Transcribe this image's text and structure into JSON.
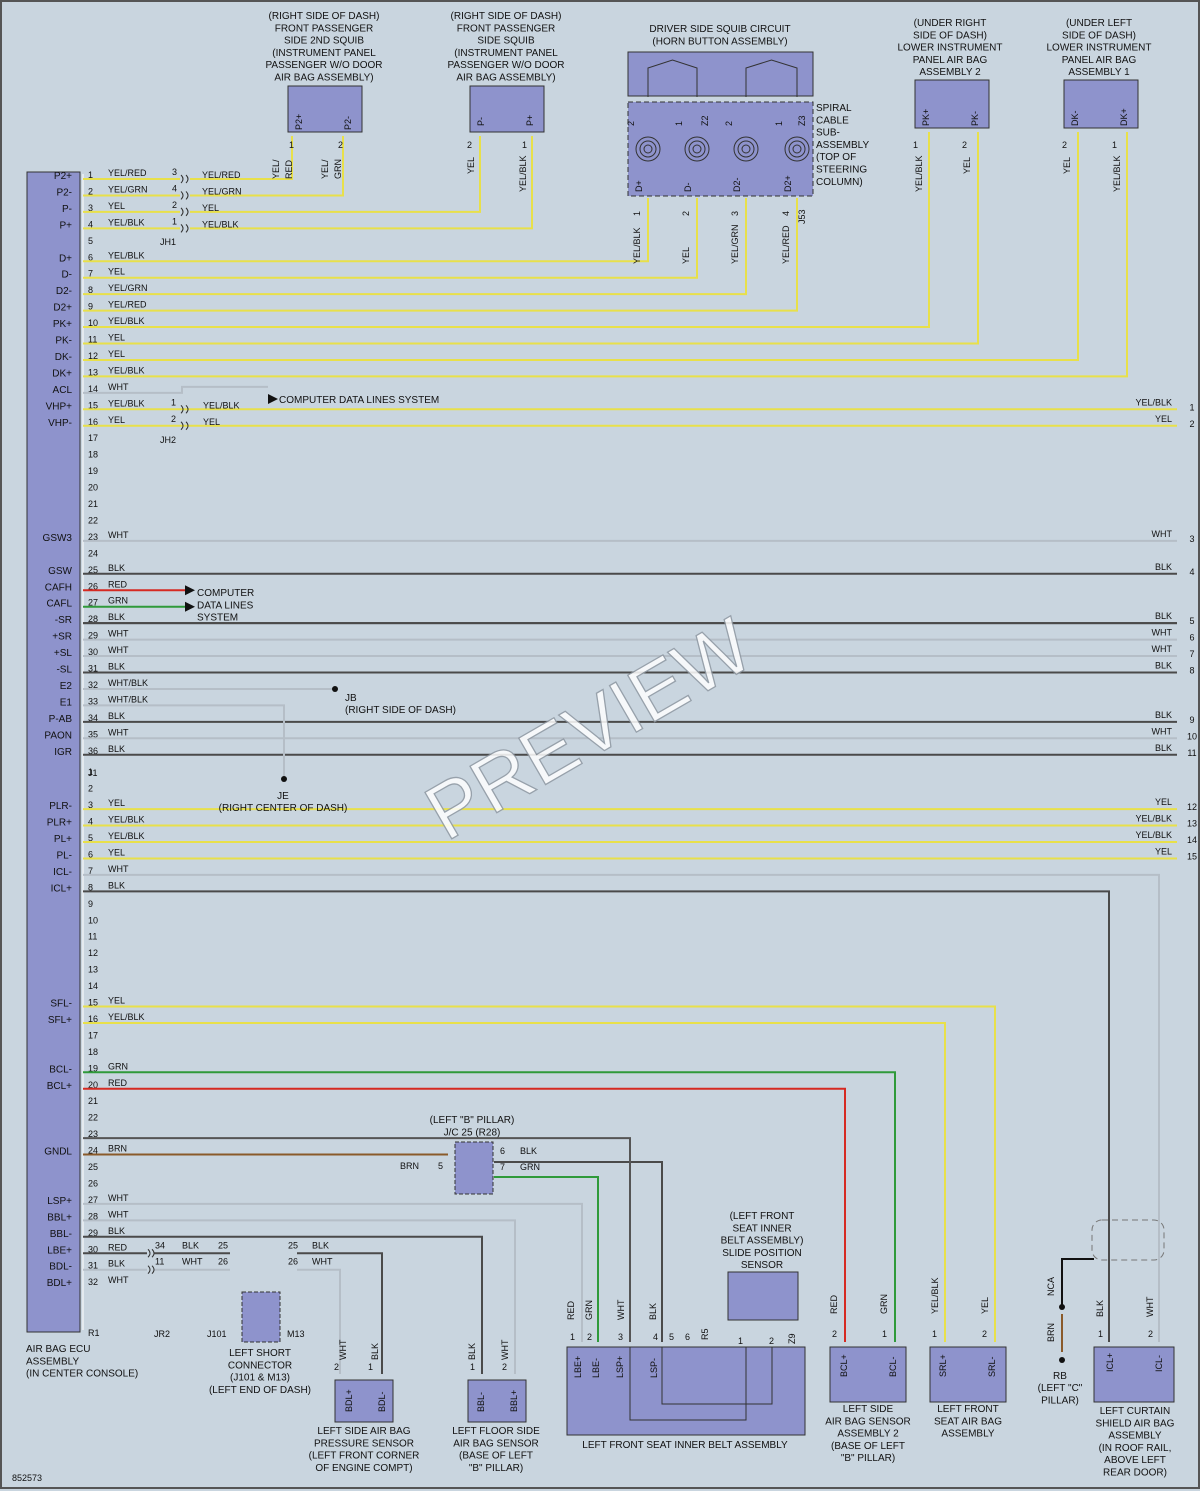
{
  "doc_number": "852573",
  "watermark": "PREVIEW",
  "ecu": {
    "label": "AIR BAG ECU\nASSEMBLY\n(IN CENTER CONSOLE)",
    "connectors": [
      "J1",
      "R1"
    ],
    "pins": [
      {
        "n": "1",
        "name": "P2+",
        "color": "YEL/RED"
      },
      {
        "n": "2",
        "name": "P2-",
        "color": "YEL/GRN"
      },
      {
        "n": "3",
        "name": "P-",
        "color": "YEL"
      },
      {
        "n": "4",
        "name": "P+",
        "color": "YEL/BLK"
      },
      {
        "n": "5",
        "name": "",
        "color": ""
      },
      {
        "n": "6",
        "name": "D+",
        "color": "YEL/BLK"
      },
      {
        "n": "7",
        "name": "D-",
        "color": "YEL"
      },
      {
        "n": "8",
        "name": "D2-",
        "color": "YEL/GRN"
      },
      {
        "n": "9",
        "name": "D2+",
        "color": "YEL/RED"
      },
      {
        "n": "10",
        "name": "PK+",
        "color": "YEL/BLK"
      },
      {
        "n": "11",
        "name": "PK-",
        "color": "YEL"
      },
      {
        "n": "12",
        "name": "DK-",
        "color": "YEL"
      },
      {
        "n": "13",
        "name": "DK+",
        "color": "YEL/BLK"
      },
      {
        "n": "14",
        "name": "ACL",
        "color": "WHT"
      },
      {
        "n": "15",
        "name": "VHP+",
        "color": "YEL/BLK"
      },
      {
        "n": "16",
        "name": "VHP-",
        "color": "YEL"
      },
      {
        "n": "17",
        "name": "",
        "color": ""
      },
      {
        "n": "18",
        "name": "",
        "color": ""
      },
      {
        "n": "19",
        "name": "",
        "color": ""
      },
      {
        "n": "20",
        "name": "",
        "color": ""
      },
      {
        "n": "21",
        "name": "",
        "color": ""
      },
      {
        "n": "22",
        "name": "",
        "color": ""
      },
      {
        "n": "23",
        "name": "GSW3",
        "color": "WHT"
      },
      {
        "n": "24",
        "name": "",
        "color": ""
      },
      {
        "n": "25",
        "name": "GSW",
        "color": "BLK"
      },
      {
        "n": "26",
        "name": "CAFH",
        "color": "RED"
      },
      {
        "n": "27",
        "name": "CAFL",
        "color": "GRN"
      },
      {
        "n": "28",
        "name": "-SR",
        "color": "BLK"
      },
      {
        "n": "29",
        "name": "+SR",
        "color": "WHT"
      },
      {
        "n": "30",
        "name": "+SL",
        "color": "WHT"
      },
      {
        "n": "31",
        "name": "-SL",
        "color": "BLK"
      },
      {
        "n": "32",
        "name": "E2",
        "color": "WHT/BLK"
      },
      {
        "n": "33",
        "name": "E1",
        "color": "WHT/BLK"
      },
      {
        "n": "34",
        "name": "P-AB",
        "color": "BLK"
      },
      {
        "n": "35",
        "name": "PAON",
        "color": "WHT"
      },
      {
        "n": "36",
        "name": "IGR",
        "color": "BLK"
      },
      {
        "n": "1",
        "name": "",
        "color": ""
      },
      {
        "n": "2",
        "name": "",
        "color": ""
      },
      {
        "n": "3",
        "name": "PLR-",
        "color": "YEL"
      },
      {
        "n": "4",
        "name": "PLR+",
        "color": "YEL/BLK"
      },
      {
        "n": "5",
        "name": "PL+",
        "color": "YEL/BLK"
      },
      {
        "n": "6",
        "name": "PL-",
        "color": "YEL"
      },
      {
        "n": "7",
        "name": "ICL-",
        "color": "WHT"
      },
      {
        "n": "8",
        "name": "ICL+",
        "color": "BLK"
      },
      {
        "n": "9",
        "name": "",
        "color": ""
      },
      {
        "n": "10",
        "name": "",
        "color": ""
      },
      {
        "n": "11",
        "name": "",
        "color": ""
      },
      {
        "n": "12",
        "name": "",
        "color": ""
      },
      {
        "n": "13",
        "name": "",
        "color": ""
      },
      {
        "n": "14",
        "name": "",
        "color": ""
      },
      {
        "n": "15",
        "name": "SFL-",
        "color": "YEL"
      },
      {
        "n": "16",
        "name": "SFL+",
        "color": "YEL/BLK"
      },
      {
        "n": "17",
        "name": "",
        "color": ""
      },
      {
        "n": "18",
        "name": "",
        "color": ""
      },
      {
        "n": "19",
        "name": "BCL-",
        "color": "GRN"
      },
      {
        "n": "20",
        "name": "BCL+",
        "color": "RED"
      },
      {
        "n": "21",
        "name": "",
        "color": ""
      },
      {
        "n": "22",
        "name": "",
        "color": ""
      },
      {
        "n": "23",
        "name": "",
        "color": ""
      },
      {
        "n": "24",
        "name": "GNDL",
        "color": "BRN"
      },
      {
        "n": "25",
        "name": "",
        "color": ""
      },
      {
        "n": "26",
        "name": "",
        "color": ""
      },
      {
        "n": "27",
        "name": "LSP+",
        "color": "WHT"
      },
      {
        "n": "28",
        "name": "BBL+",
        "color": "WHT"
      },
      {
        "n": "29",
        "name": "BBL-",
        "color": "BLK"
      },
      {
        "n": "30",
        "name": "LBE+",
        "color": "RED"
      },
      {
        "n": "31",
        "name": "BDL-",
        "color": "BLK"
      },
      {
        "n": "32",
        "name": "BDL+",
        "color": "WHT"
      }
    ]
  },
  "wire_colors": {
    "YEL": "#e8e04a",
    "RED": "#d62a22",
    "GRN": "#2f9a3a",
    "BLK": "#4a4a4a",
    "WHT": "#b5bec7",
    "BRN": "#8a5a2a"
  },
  "components": {
    "pass2": {
      "caption": "(RIGHT SIDE OF DASH)\nFRONT PASSENGER\nSIDE 2ND SQUIB\n(INSTRUMENT PANEL\nPASSENGER W/O DOOR\nAIR BAG ASSEMBLY)",
      "pins": [
        "P2+",
        "P2-"
      ]
    },
    "pass1": {
      "caption": "(RIGHT SIDE OF DASH)\nFRONT PASSENGER\nSIDE SQUIB\n(INSTRUMENT PANEL\nPASSENGER W/O DOOR\nAIR BAG ASSEMBLY)",
      "pins": [
        "P-",
        "P+"
      ]
    },
    "driver": {
      "caption": "DRIVER SIDE SQUIB CIRCUIT\n(HORN BUTTON ASSEMBLY)"
    },
    "spiral": {
      "caption": "SPIRAL\nCABLE\nSUB-\nASSEMBLY\n(TOP OF\nSTEERING\nCOLUMN)",
      "pins": [
        "D+",
        "D-",
        "D2-",
        "D2+"
      ],
      "top_pins": [
        "2",
        "1",
        "Z2",
        "2",
        "1",
        "Z3"
      ],
      "conn": "J53"
    },
    "knee_r": {
      "caption": "(UNDER RIGHT\nSIDE OF DASH)\nLOWER INSTRUMENT\nPANEL AIR BAG\nASSEMBLY 2",
      "pins": [
        "PK+",
        "PK-"
      ]
    },
    "knee_l": {
      "caption": "(UNDER LEFT\nSIDE OF DASH)\nLOWER INSTRUMENT\nPANEL AIR BAG\nASSEMBLY 1",
      "pins": [
        "DK-",
        "DK+"
      ]
    },
    "jh1": {
      "label": "JH1"
    },
    "jh2": {
      "label": "JH2"
    },
    "cdl1": {
      "label": "COMPUTER DATA LINES SYSTEM"
    },
    "cdl2": {
      "label": "COMPUTER\nDATA LINES\nSYSTEM"
    },
    "jb": {
      "label": "JB",
      "caption": "(RIGHT SIDE OF DASH)"
    },
    "je": {
      "label": "JE",
      "caption": "(RIGHT CENTER OF DASH)"
    },
    "jc25": {
      "caption": "(LEFT \"B\" PILLAR)\nJ/C 25 (R28)"
    },
    "short_conn": {
      "caption": "LEFT SHORT\nCONNECTOR\n(J101 & M13)\n(LEFT END OF DASH)",
      "labels": [
        "JR2",
        "J101",
        "M13"
      ]
    },
    "bdl": {
      "caption": "LEFT SIDE AIR BAG\nPRESSURE SENSOR\n(LEFT FRONT CORNER\nOF ENGINE COMPT)",
      "pins": [
        "BDL+",
        "BDL-"
      ]
    },
    "bbl": {
      "caption": "LEFT FLOOR SIDE\nAIR BAG SENSOR\n(BASE OF LEFT\n\"B\" PILLAR)",
      "pins": [
        "BBL-",
        "BBL+"
      ]
    },
    "belt": {
      "caption": "LEFT FRONT SEAT INNER BELT ASSEMBLY",
      "pins": [
        "LBE+",
        "LBE-",
        "LSP+",
        "LSP-"
      ],
      "conn": "R5",
      "sensor_caption": "(LEFT FRONT\nSEAT INNER\nBELT ASSEMBLY)\nSLIDE POSITION\nSENSOR",
      "sensor_conn": "Z9"
    },
    "bcl": {
      "caption": "LEFT SIDE\nAIR BAG SENSOR\nASSEMBLY 2\n(BASE OF LEFT\n\"B\" PILLAR)",
      "pins": [
        "BCL+",
        "BCL-"
      ]
    },
    "srl": {
      "caption": "LEFT FRONT\nSEAT AIR BAG\nASSEMBLY",
      "pins": [
        "SRL+",
        "SRL-"
      ]
    },
    "rb": {
      "label": "RB",
      "caption": "(LEFT \"C\"\nPILLAR)",
      "wires": [
        "NCA",
        "BRN"
      ]
    },
    "curtain": {
      "caption": "LEFT CURTAIN\nSHIELD AIR BAG\nASSEMBLY\n(IN ROOF RAIL,\nABOVE LEFT\nREAR DOOR)",
      "pins": [
        "ICL+",
        "ICL-"
      ]
    }
  },
  "right_outputs": [
    {
      "n": "1",
      "color": "YEL/BLK"
    },
    {
      "n": "2",
      "color": "YEL"
    },
    {
      "n": "3",
      "color": "WHT"
    },
    {
      "n": "4",
      "color": "BLK"
    },
    {
      "n": "5",
      "color": "BLK"
    },
    {
      "n": "6",
      "color": "WHT"
    },
    {
      "n": "7",
      "color": "WHT"
    },
    {
      "n": "8",
      "color": "BLK"
    },
    {
      "n": "9",
      "color": "BLK"
    },
    {
      "n": "10",
      "color": "WHT"
    },
    {
      "n": "11",
      "color": "BLK"
    },
    {
      "n": "12",
      "color": "YEL"
    },
    {
      "n": "13",
      "color": "YEL/BLK"
    },
    {
      "n": "14",
      "color": "YEL/BLK"
    },
    {
      "n": "15",
      "color": "YEL"
    }
  ]
}
